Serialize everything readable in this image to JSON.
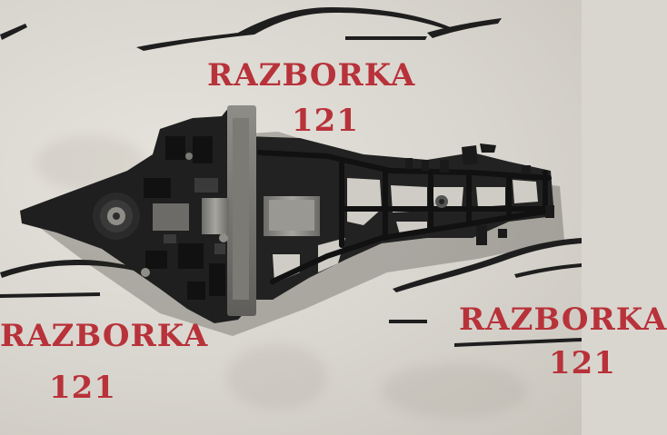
{
  "watermarks": {
    "top": {
      "title": "RAZBORKA",
      "number": "121"
    },
    "left": {
      "title": "RAZBORKA",
      "number": "121"
    },
    "right": {
      "title": "RAZBORKA",
      "number": "121"
    }
  },
  "colors": {
    "watermark_red": "#b8323a",
    "silhouette": "#1e1e1e",
    "plastic_black": "#1f1f1f",
    "metal_grey": "#8d8c87",
    "background": "#d9d6cf"
  },
  "subject": "black-plastic-door-handle-bracket"
}
